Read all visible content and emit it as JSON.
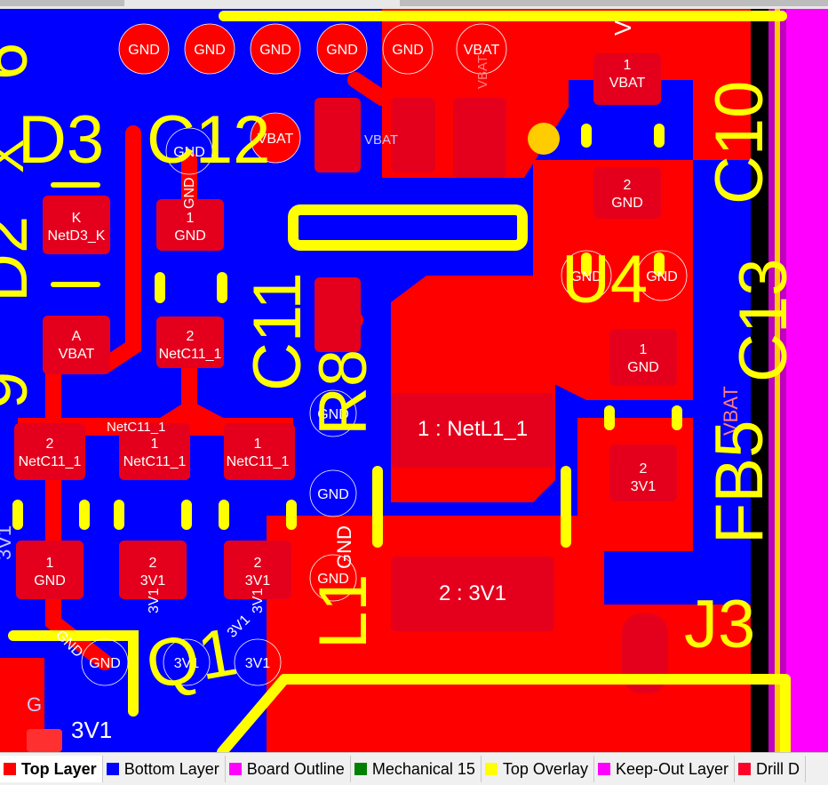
{
  "colors": {
    "top_layer": "#ff0000",
    "bottom_layer": "#0000ff",
    "board_outline": "#ff00ff",
    "mechanical_15": "#008000",
    "top_overlay": "#ffff00",
    "keepout_layer": "#ff00ff",
    "drill": "#ff0028",
    "background": "#000000"
  },
  "designators": {
    "d3": "D3",
    "c12": "C12",
    "c10": "C10",
    "u4": "U4",
    "c13": "C13",
    "c11": "C11",
    "r8": "R8",
    "l1": "L1",
    "fb5": "FB5",
    "j3": "J3",
    "q1": "Q1",
    "d2_partial": "D2",
    "d6_partial": "6",
    "d9_partial": "9",
    "x_partial": "X"
  },
  "pads": {
    "d3_k": "K\nNetD3_K",
    "d3_a": "A\nVBAT",
    "c12_1": "1\nGND",
    "c12_2": "2\nNetC11_1",
    "c10_1": "1\nVBAT",
    "c10_2": "2\nGND",
    "c13_1": "1\nGND",
    "c13_2": "2\n3V1",
    "l1_1": "1 : NetL1_1",
    "l1_2": "2 : 3V1",
    "c11_a": "2\nNetC11_1",
    "c11_b": "1\nNetC11_1",
    "c11_c": "1\nNetC11_1",
    "r_1": "1\nGND",
    "r_2": "2\n3V1",
    "r_3": "2\n3V1"
  },
  "vias": [
    "GND",
    "GND",
    "GND",
    "GND",
    "GND",
    "VBAT",
    "VBAT",
    "GND",
    "GND",
    "GND",
    "GND",
    "GND",
    "GND",
    "3V1",
    "3V1"
  ],
  "nets": {
    "netc11_1": "NetC11_1",
    "vbat": "VBAT",
    "vbat_label": "VBAT",
    "vbat_rot": "VBAT",
    "gnd_rot": "GND",
    "gnd_rot2": "GND",
    "3v1_label": "3V1",
    "3v1_rot": "3V1",
    "3v1_rot2": "3V1",
    "3v1_rot3": "3V1",
    "3v1_left": "3V1",
    "3v1_bottom_left": "3V1",
    "gnd_r8": "GND",
    "fb5_vbat": "VBAT",
    "v_top": "V",
    "g_left": "G"
  },
  "layer_tabs": [
    {
      "label": "Top Layer",
      "color": "#ff0000",
      "active": true
    },
    {
      "label": "Bottom Layer",
      "color": "#0000ff",
      "active": false
    },
    {
      "label": "Board Outline",
      "color": "#ff00ff",
      "active": false
    },
    {
      "label": "Mechanical 15",
      "color": "#008000",
      "active": false
    },
    {
      "label": "Top Overlay",
      "color": "#ffff00",
      "active": false
    },
    {
      "label": "Keep-Out Layer",
      "color": "#ff00ff",
      "active": false
    },
    {
      "label": "Drill D",
      "color": "#ff0028",
      "active": false
    }
  ]
}
